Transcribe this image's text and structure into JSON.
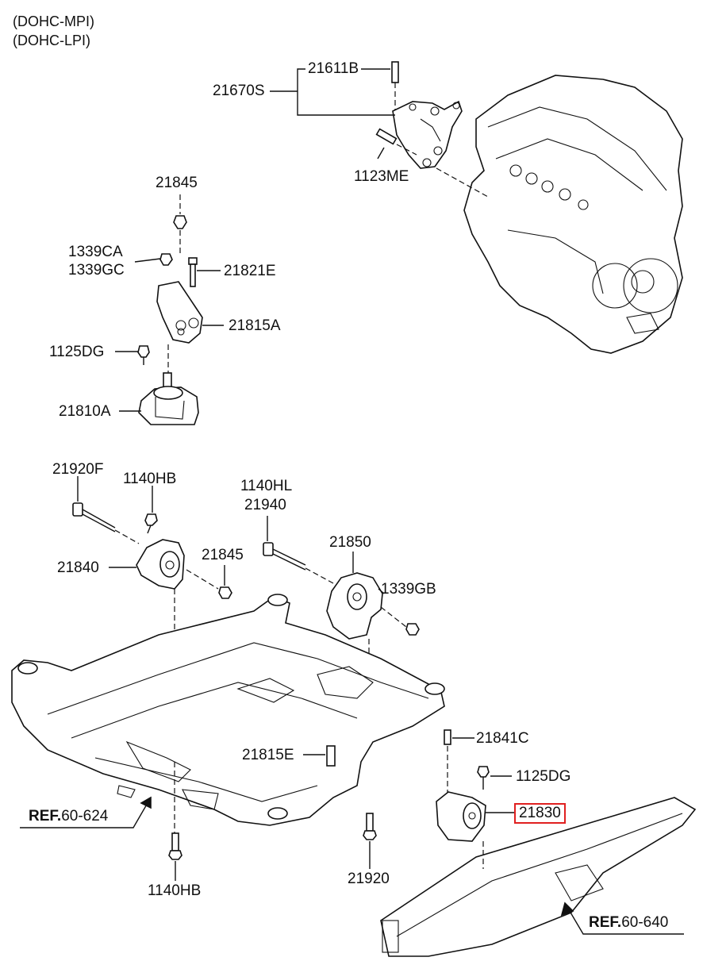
{
  "header": {
    "line1": "(DOHC-MPI)",
    "line2": "(DOHC-LPI)"
  },
  "labels": {
    "p21611B": "21611B",
    "p21670S": "21670S",
    "p1123ME": "1123ME",
    "p21845_top": "21845",
    "p1339CA": "1339CA",
    "p1339GC": "1339GC",
    "p21821E": "21821E",
    "p21815A": "21815A",
    "p1125DG_left": "1125DG",
    "p21810A": "21810A",
    "p21920F": "21920F",
    "p1140HB_top": "1140HB",
    "p1140HL": "1140HL",
    "p21940": "21940",
    "p21850": "21850",
    "p21840": "21840",
    "p21845_mid": "21845",
    "p1339GB": "1339GB",
    "p21841C": "21841C",
    "p1125DG_right": "1125DG",
    "p21830": "21830",
    "p21815E": "21815E",
    "p21920": "21920",
    "p1140HB_bottom": "1140HB"
  },
  "refs": {
    "left": {
      "prefix": "REF.",
      "code": "60-624"
    },
    "right": {
      "prefix": "REF.",
      "code": "60-640"
    }
  },
  "highlight": {
    "part": "21830",
    "color": "#e02020"
  }
}
